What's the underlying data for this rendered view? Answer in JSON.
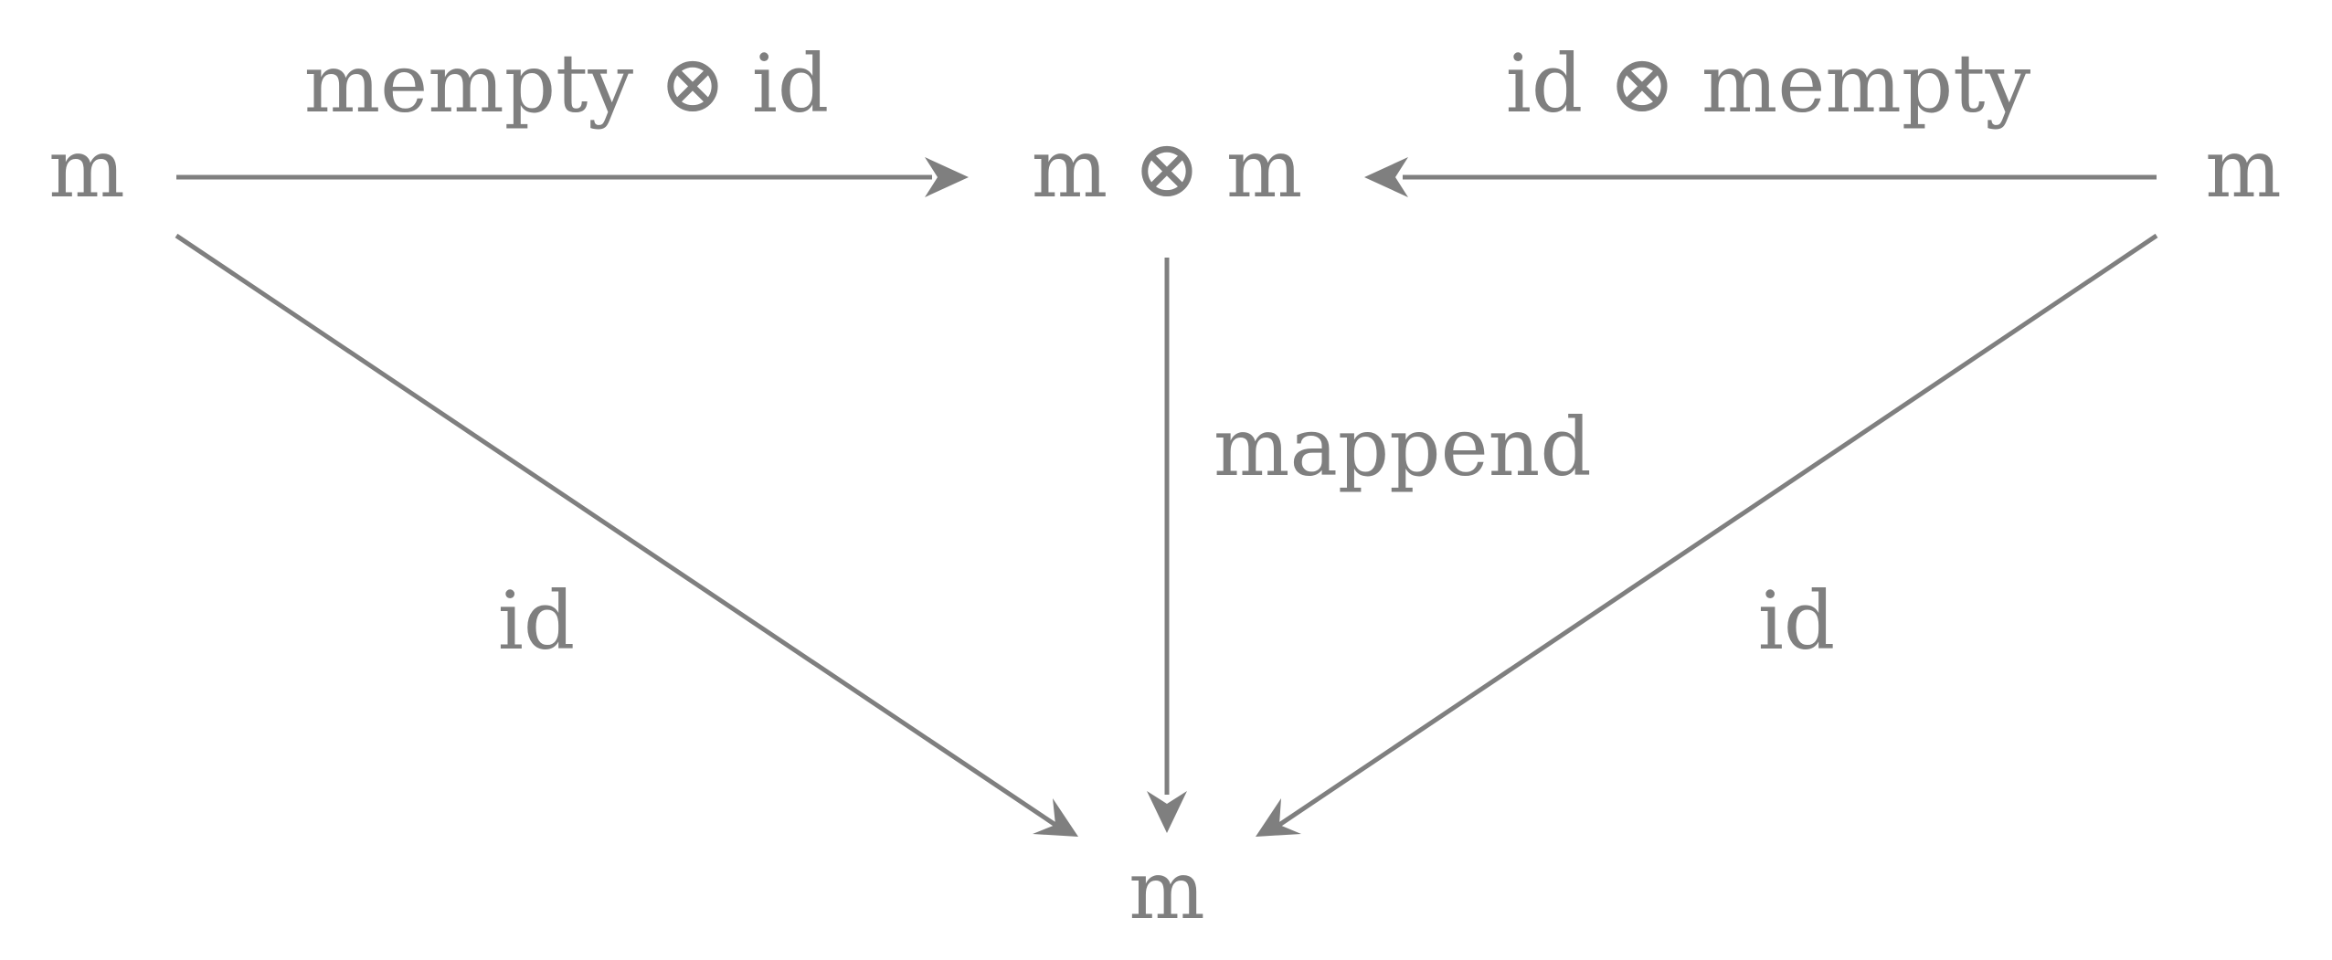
{
  "diagram": {
    "nodes": {
      "left": "m",
      "center": "m ⊗ m",
      "right": "m",
      "bottom": "m"
    },
    "edges": {
      "left_to_center": "mempty ⊗ id",
      "right_to_center": "id ⊗ mempty",
      "center_to_bottom": "mappend",
      "left_to_bottom": "id",
      "right_to_bottom": "id"
    },
    "colors": {
      "ink": "#7f7f7f",
      "background": "#ffffff"
    }
  }
}
